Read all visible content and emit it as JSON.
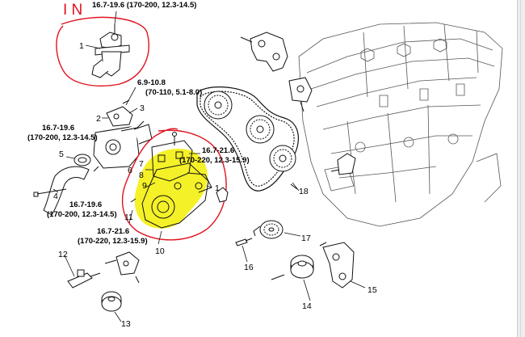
{
  "annotation": {
    "in_label": "I N",
    "circle_color": "#e0121e",
    "highlight_color": "#f4f01c"
  },
  "torques": [
    {
      "id": "t1",
      "line1": "16.7-19.6 (170-200, 12.3-14.5)",
      "line2": ""
    },
    {
      "id": "t2",
      "line1": "6.9-10.8",
      "line2": "(70-110, 5.1-8.0)"
    },
    {
      "id": "t3",
      "line1": "16.7-19.6",
      "line2": "(170-200, 12.3-14.5)"
    },
    {
      "id": "t4",
      "line1": "16.7-21.6",
      "line2": "(170-220, 12.3-15.9)"
    },
    {
      "id": "t5",
      "line1": "16.7-19.6",
      "line2": "(170-200, 12.3-14.5)"
    },
    {
      "id": "t6",
      "line1": "16.7-21.6",
      "line2": "(170-220, 12.3-15.9)"
    }
  ],
  "callouts": [
    "1",
    "2",
    "3",
    "4",
    "5",
    "6",
    "7",
    "8",
    "9",
    "1",
    "10",
    "11",
    "12",
    "13",
    "14",
    "15",
    "16",
    "17",
    "18"
  ]
}
